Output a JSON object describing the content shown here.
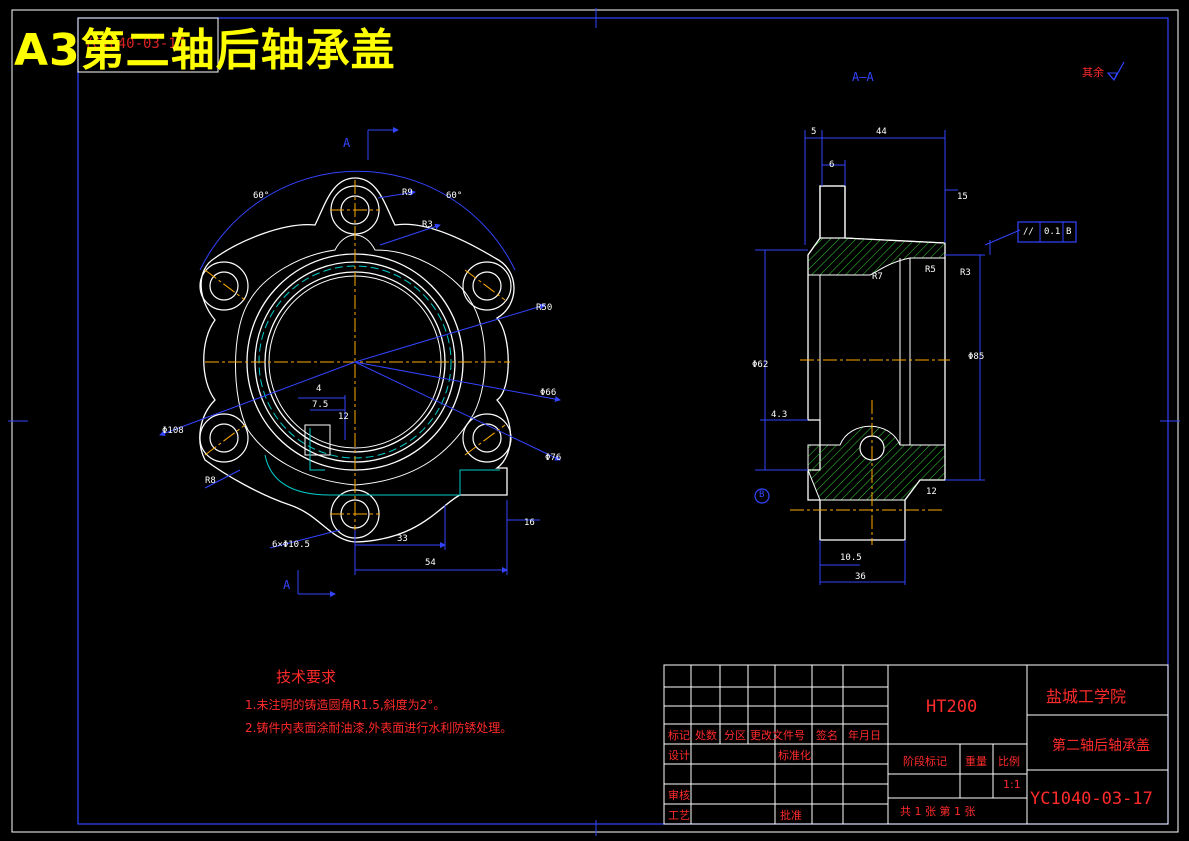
{
  "header": {
    "title": "A3第二轴后轴承盖",
    "ghost_code": "YC1040-03-17"
  },
  "views": {
    "section_label_main": "A—A",
    "section_mark": "A",
    "surface_note": "其余"
  },
  "dimensions": {
    "angle_left": "60°",
    "angle_right": "60°",
    "r9": "R9",
    "r3": "R3",
    "r50": "R50",
    "d66": "Φ66",
    "d108": "Φ108",
    "d76": "Φ76",
    "r8": "R8",
    "holes": "6×Φ10.5",
    "d33": "33",
    "d54": "54",
    "d16": "16",
    "d4": "4",
    "d75": "7.5",
    "d12": "12",
    "s5": "5",
    "s44": "44",
    "s6": "6",
    "s15": "15",
    "s7": "R7",
    "s25": "R5",
    "sR3": "R3",
    "sd62": "Φ62",
    "sd85": "Φ85",
    "s43": "4.3",
    "s105": "10.5",
    "s36": "36",
    "s12": "12",
    "tol_sym": "//",
    "tol_val": "0.1",
    "tol_ref": "B",
    "datum": "B"
  },
  "requirements": {
    "heading": "技术要求",
    "items": [
      "1.未注明的铸造圆角R1.5,斜度为2°。",
      "2.铸件内表面涂耐油漆,外表面进行水利防锈处理。"
    ]
  },
  "title_block": {
    "material": "HT200",
    "school": "盐城工学院",
    "part_name": "第二轴后轴承盖",
    "drawing_no": "YC1040-03-17",
    "scale_value": "1:1",
    "sheets": "共 1 张  第 1 张",
    "labels": {
      "mark": "标记",
      "count": "处数",
      "zone": "分区",
      "doc": "更改文件号",
      "sign": "签名",
      "date": "年月日",
      "design": "设计",
      "standard": "标准化",
      "review": "审核",
      "process": "工艺",
      "approve": "批准",
      "stage": "阶段标记",
      "weight": "重量",
      "scale": "比例"
    }
  }
}
